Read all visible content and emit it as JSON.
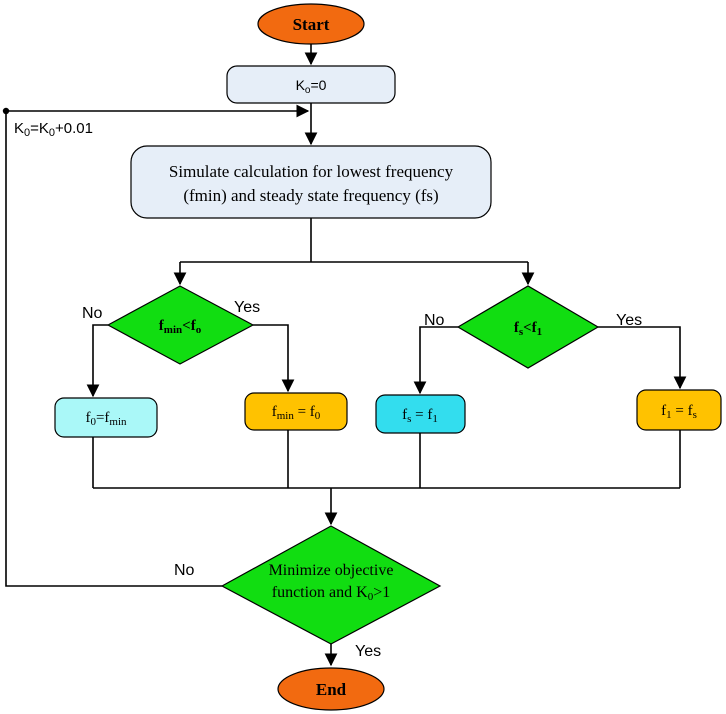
{
  "colors": {
    "terminal": "#f26a10",
    "process": "#e6eef8",
    "decision": "#11dd11",
    "cyan_box": "#aaf8f8",
    "cyan_box_strong": "#33ddee",
    "yellow_box": "#ffc200",
    "line": "#000000"
  },
  "nodes": {
    "start": {
      "label": "Start"
    },
    "init": {
      "k": "K",
      "sub": "o",
      "rest": "=0"
    },
    "simulate": {
      "line1": "Simulate calculation for lowest frequency",
      "line2": "(fmin) and steady state frequency (fs)"
    },
    "decision_left": {
      "a": "f",
      "a_sub": "min",
      "op": "<",
      "b": "f",
      "b_sub": "o"
    },
    "decision_right": {
      "a": "f",
      "a_sub": "s",
      "op": "<",
      "b": "f",
      "b_sub": "1"
    },
    "box_f0_fmin": {
      "a": "f",
      "a_sub": "0",
      "op": "=",
      "b": "f",
      "b_sub": "min"
    },
    "box_fmin_f0": {
      "a": "f",
      "a_sub": "min",
      "op": " = ",
      "b": "f",
      "b_sub": "0"
    },
    "box_fs_f1": {
      "a": "f",
      "a_sub": "s",
      "op": " = ",
      "b": "f",
      "b_sub": "1"
    },
    "box_f1_fs": {
      "a": "f",
      "a_sub": "1",
      "op": " = ",
      "b": "f",
      "b_sub": "s"
    },
    "final_decision": {
      "line1": "Minimize objective",
      "line2_pre": "function and K",
      "line2_sub": "0",
      "line2_post": ">1"
    },
    "end": {
      "label": "End"
    }
  },
  "edge_labels": {
    "loop": {
      "k1": "K",
      "s1": "0",
      "mid": "=K",
      "s2": "0",
      "tail": "+0.01"
    },
    "left_no": "No",
    "left_yes": "Yes",
    "right_no": "No",
    "right_yes": "Yes",
    "final_no": "No",
    "final_yes": "Yes"
  }
}
